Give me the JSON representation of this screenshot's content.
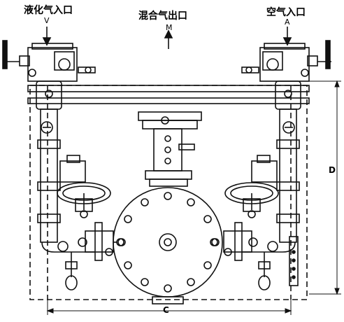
{
  "labels": {
    "liquefied_gas_inlet": "液化气入口",
    "mixed_gas_outlet": "混合气出口",
    "air_inlet": "空气入口"
  },
  "symbols": {
    "V": "V",
    "M": "M",
    "A": "A",
    "C": "C",
    "D": "D"
  },
  "colors": {
    "ink": "#111111",
    "paper": "#ffffff"
  }
}
